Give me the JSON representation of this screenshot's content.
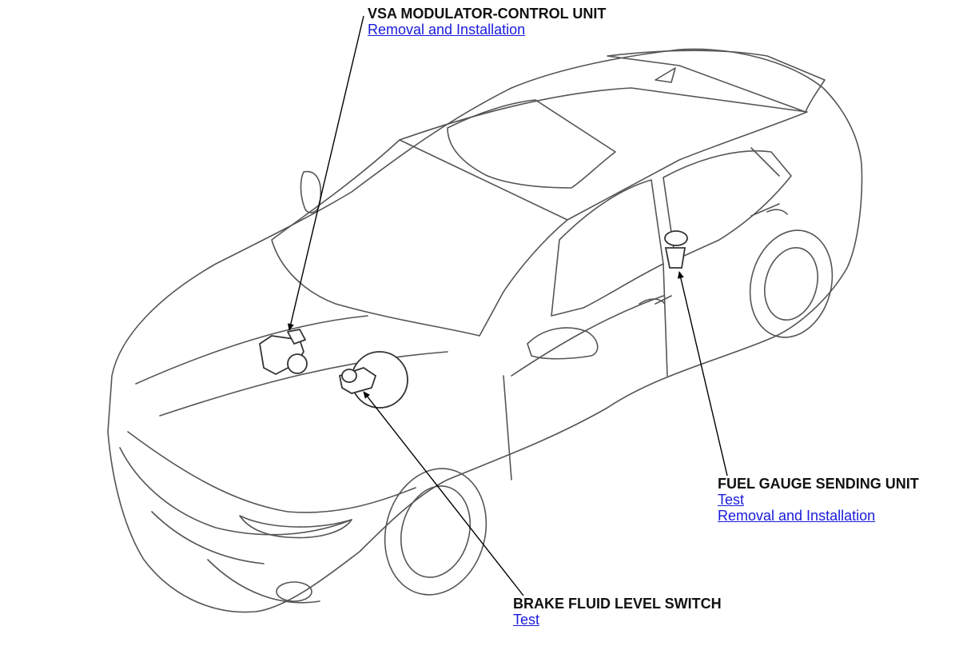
{
  "callouts": {
    "vsa": {
      "title": "VSA MODULATOR-CONTROL UNIT",
      "links": [
        "Removal and Installation"
      ]
    },
    "fuel_gauge": {
      "title": "FUEL GAUGE SENDING UNIT",
      "links": [
        "Test",
        "Removal and Installation"
      ]
    },
    "brake_fluid": {
      "title": "BRAKE FLUID LEVEL SWITCH",
      "links": [
        "Test"
      ]
    }
  },
  "colors": {
    "link": "#1a1adb",
    "title": "#111111",
    "line_art": "#555555",
    "leader": "#000000"
  }
}
